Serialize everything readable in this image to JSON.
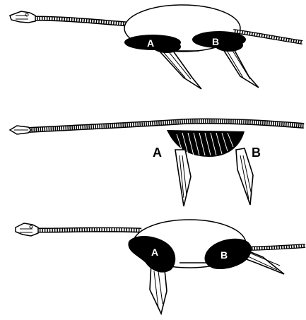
{
  "colors": {
    "bone": "#ffffff",
    "outline": "#000000",
    "muscle": "#000000",
    "background": "#ffffff"
  },
  "panels": [
    {
      "id": "top",
      "labels": {
        "front": "A",
        "rear": "B"
      }
    },
    {
      "id": "middle",
      "labels": {
        "front": "A",
        "rear": "B"
      }
    },
    {
      "id": "bottom",
      "labels": {
        "front": "A",
        "rear": "B"
      }
    }
  ]
}
